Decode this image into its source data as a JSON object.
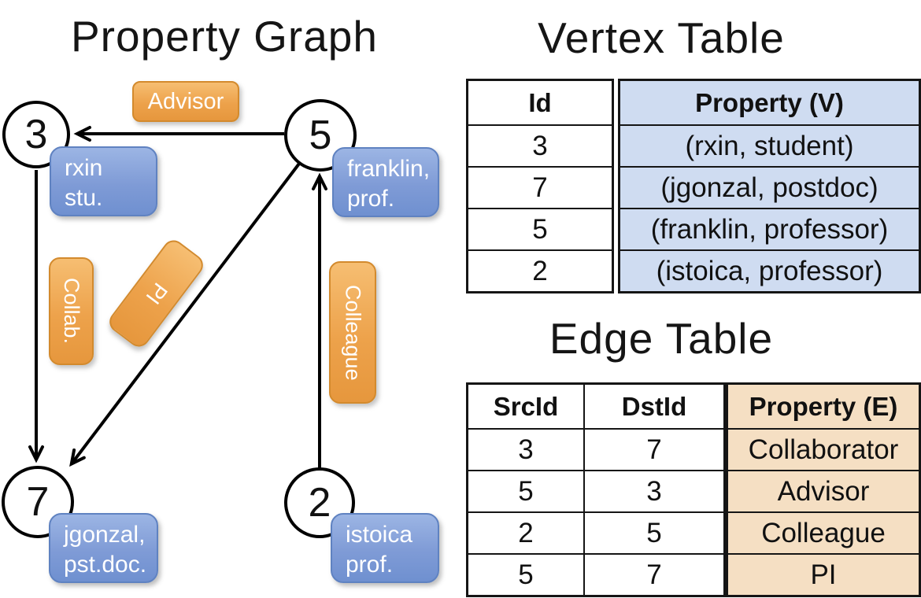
{
  "graph": {
    "title": "Property Graph",
    "nodes": [
      {
        "id": "3",
        "label_lines": [
          "rxin",
          "stu."
        ]
      },
      {
        "id": "5",
        "label_lines": [
          "franklin,",
          "prof."
        ]
      },
      {
        "id": "7",
        "label_lines": [
          "jgonzal,",
          "pst.doc."
        ]
      },
      {
        "id": "2",
        "label_lines": [
          "istoica",
          "prof."
        ]
      }
    ],
    "edge_labels": {
      "advisor": "Advisor",
      "collab": "Collab.",
      "pi": "PI",
      "colleague": "Colleague"
    },
    "edges": [
      {
        "src": "5",
        "dst": "3",
        "label": "Advisor"
      },
      {
        "src": "3",
        "dst": "7",
        "label": "Collab."
      },
      {
        "src": "5",
        "dst": "7",
        "label": "PI"
      },
      {
        "src": "2",
        "dst": "5",
        "label": "Colleague"
      }
    ]
  },
  "vertex_table": {
    "title": "Vertex Table",
    "columns": [
      "Id",
      "Property (V)"
    ],
    "rows": [
      [
        "3",
        "(rxin, student)"
      ],
      [
        "7",
        "(jgonzal, postdoc)"
      ],
      [
        "5",
        "(franklin, professor)"
      ],
      [
        "2",
        "(istoica, professor)"
      ]
    ]
  },
  "edge_table": {
    "title": "Edge Table",
    "columns": [
      "SrcId",
      "DstId",
      "Property (E)"
    ],
    "rows": [
      [
        "3",
        "7",
        "Collaborator"
      ],
      [
        "5",
        "3",
        "Advisor"
      ],
      [
        "2",
        "5",
        "Colleague"
      ],
      [
        "5",
        "7",
        "PI"
      ]
    ]
  },
  "colors": {
    "orange_top": "#f6be72",
    "orange_mid": "#eda24b",
    "orange_bottom": "#e6973d",
    "orange_border": "#d38a2d",
    "blue_top": "#9cb5e4",
    "blue_mid": "#7f9bd6",
    "blue_bottom": "#6f90d0",
    "blue_border": "#5f82c1",
    "vertex_col_bg": "#cfdcf1",
    "edge_col_bg": "#f5dfc3",
    "line_color": "#000000"
  }
}
